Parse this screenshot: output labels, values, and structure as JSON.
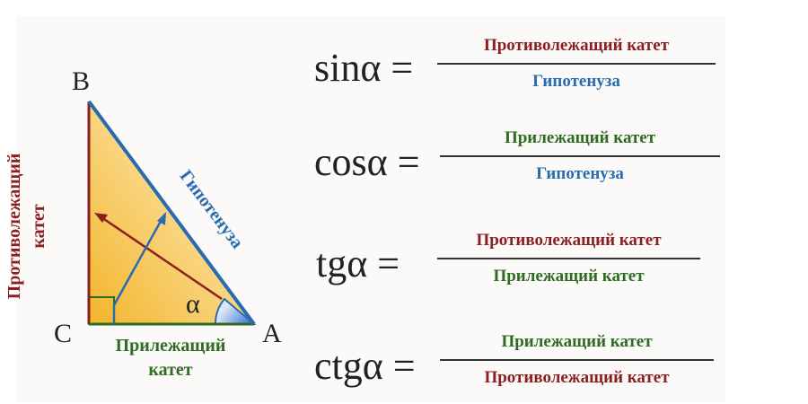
{
  "triangle": {
    "vertices": {
      "a": "A",
      "b": "B",
      "c": "C"
    },
    "angle": "α",
    "hypotenuse": "Гипотенуза",
    "opposite": [
      "Противолежащий",
      "катет"
    ],
    "adjacent": [
      "Прилежащий",
      "катет"
    ]
  },
  "formulas": [
    {
      "lhs": "sinα =",
      "num": "Противолежащий катет",
      "den": "Гипотенуза"
    },
    {
      "lhs": "cosα =",
      "num": "Прилежащий катет",
      "den": "Гипотенуза"
    },
    {
      "lhs": "tgα =",
      "num": "Противолежащий катет",
      "den": "Прилежащий катет"
    },
    {
      "lhs": "ctgα =",
      "num": "Прилежащий катет",
      "den": "Противолежащий катет"
    }
  ],
  "colors": {
    "opposite": "#8b1f1f",
    "hypotenuse": "#2a6bb0",
    "adjacent": "#2f6b22"
  }
}
